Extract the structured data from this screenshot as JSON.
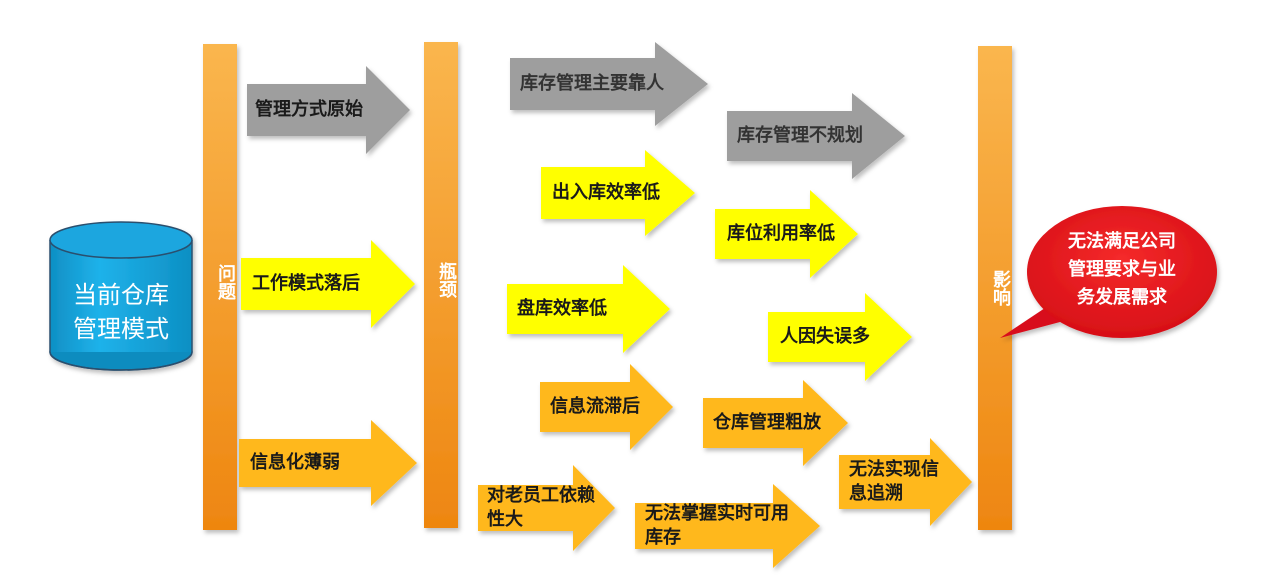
{
  "current_mode": {
    "line1": "当前仓库",
    "line2": "管理模式"
  },
  "bars": {
    "problem": "问题",
    "bottleneck": "瓶颈",
    "impact": "影响"
  },
  "problems": {
    "primitive": "管理方式原始",
    "backward": "工作模式落后",
    "weak_it": "信息化薄弱"
  },
  "bottlenecks": {
    "people": "库存管理主要靠人",
    "unplanned": "库存管理不规划",
    "inout": "出入库效率低",
    "location": "库位利用率低",
    "stocktake": "盘库效率低",
    "errors": "人因失误多",
    "info_lag": "信息流滞后",
    "extensive": "仓库管理粗放",
    "veteran": "对老员工依赖性大",
    "realtime": "无法掌握实时可用库存",
    "trace": "无法实现信息追溯"
  },
  "impact_bubble": {
    "line1": "无法满足公司",
    "line2": "管理要求与业",
    "line3": "务发展需求"
  },
  "colors": {
    "gray": "#9e9e9e",
    "yellow": "#ffff00",
    "amber": "#ffb81c",
    "bar_top": "#f9b54a",
    "bar_bottom": "#ef8a12",
    "cylinder": "#16a9e3",
    "bubble": "#e8121c"
  }
}
